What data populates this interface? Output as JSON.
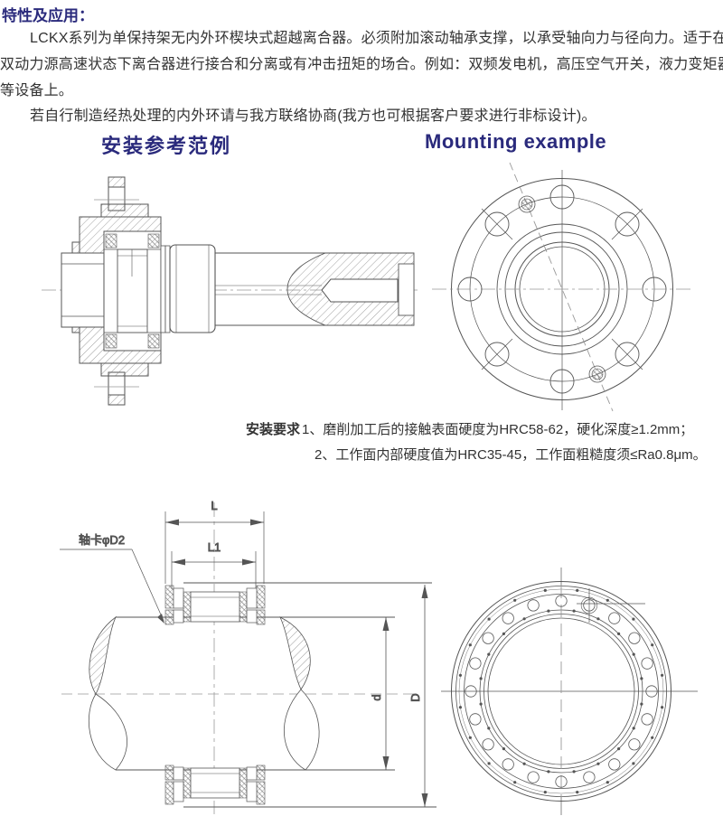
{
  "intro": {
    "heading": "特性及应用：",
    "lines": [
      "LCKX系列为单保持架无内外环楔块式超越离合器。必须附加滚动轴承支撑，以承受轴向力与径向力。适于在",
      "双动力源高速状态下离合器进行接合和分离或有冲击扭矩的场合。例如：双频发电机，高压空气开关，液力变矩器",
      "等设备上。",
      "若自行制造经热处理的内外环请与我方联络协商(我方也可根据客户要求进行非标设计)。"
    ]
  },
  "section": {
    "title_cn": "安装参考范例",
    "title_en": "Mounting example"
  },
  "requirements": {
    "label": "安装要求",
    "items": [
      "1、磨削加工后的接触表面硬度为HRC58-62，硬化深度≥1.2mm；",
      "2、工作面内部硬度值为HRC35-45，工作面粗糙度须≤Ra0.8μm。"
    ]
  },
  "drawing_labels": {
    "shaft_clip": "轴卡φD2",
    "length_outer": "L",
    "length_inner": "L1",
    "dia_shaft": "d",
    "dia_outer": "D"
  },
  "colors": {
    "heading_navy": "#2a2a7c",
    "body_text": "#333333",
    "drawing_line": "#555555"
  }
}
